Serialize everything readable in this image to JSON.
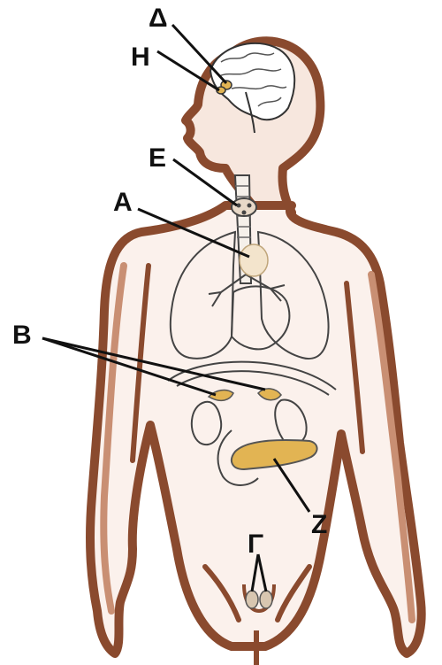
{
  "labels": {
    "delta": "Δ",
    "eta": "Η",
    "epsilon": "Ε",
    "alpha": "Α",
    "beta": "Β",
    "zeta": "Ζ",
    "gamma": "Γ"
  },
  "colors": {
    "skin_outline": "#8a4a2e",
    "skin_shade": "#c98f73",
    "organ_line": "#3b3b3b",
    "gland_fill": "#e2b453",
    "label_text": "#111111"
  }
}
